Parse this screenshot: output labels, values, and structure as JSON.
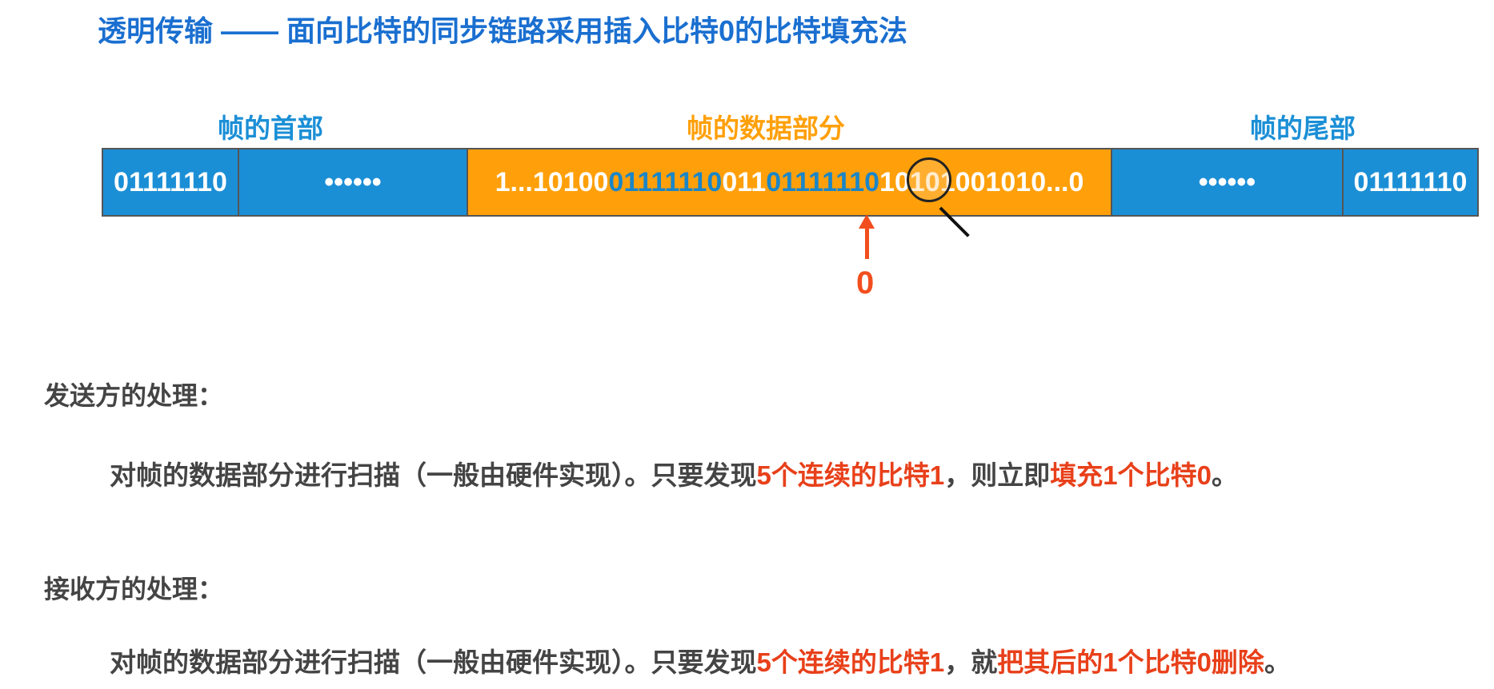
{
  "title": "透明传输 —— 面向比特的同步链路采用插入比特0的比特填充法",
  "frame": {
    "header_label": "帧的首部",
    "data_label": "帧的数据部分",
    "trailer_label": "帧的尾部",
    "flag_start": "01111110",
    "header_dots": "••••••",
    "data_segments": [
      {
        "text": "1...10100",
        "highlight": false
      },
      {
        "text": "01111110",
        "highlight": true
      },
      {
        "text": "011",
        "highlight": false
      },
      {
        "text": "01111110",
        "highlight": true
      },
      {
        "text": "1",
        "highlight": false
      },
      {
        "text": "01",
        "highlight": false
      },
      {
        "text": "01001010...0",
        "highlight": false
      }
    ],
    "trailer_dots": "••••••",
    "flag_end": "01111110"
  },
  "inserted_bit": "0",
  "colors": {
    "title": "#1a6fd0",
    "frame_blue": "#1b8fd6",
    "data_orange": "#ffa00a",
    "highlight": "#e8401a"
  },
  "sender": {
    "heading": "发送方的处理：",
    "text_1": "对帧的数据部分进行扫描（一般由硬件实现）。只要发现",
    "em_1": "5个连续的比特1",
    "text_2": "，则立即",
    "em_2": "填充1个比特0",
    "text_3": "。"
  },
  "receiver": {
    "heading": "接收方的处理：",
    "text_1": "对帧的数据部分进行扫描（一般由硬件实现）。只要发现",
    "em_1": "5个连续的比特1",
    "text_2": "，就",
    "em_2": "把其后的1个比特0删除",
    "text_3": "。"
  }
}
